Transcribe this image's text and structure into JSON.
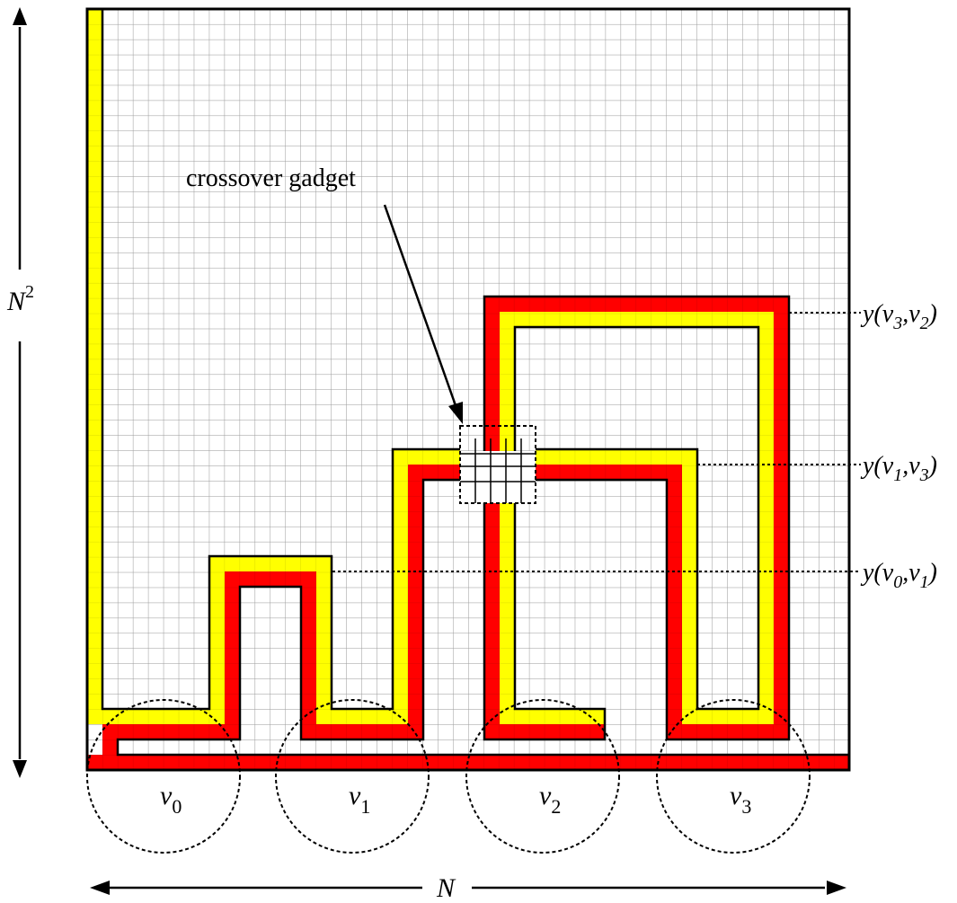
{
  "diagram": {
    "axis_vertical_label": {
      "base": "N",
      "sup": "2"
    },
    "axis_horizontal_label": "N",
    "callout_label": "crossover gadget",
    "edge_labels": [
      {
        "text": "y(",
        "v_a": "v",
        "a_sub": "3",
        "v_b": "v",
        "b_sub": "2",
        "close": ")"
      },
      {
        "text": "y(",
        "v_a": "v",
        "a_sub": "1",
        "v_b": "v",
        "b_sub": "3",
        "close": ")"
      },
      {
        "text": "y(",
        "v_a": "v",
        "a_sub": "0",
        "v_b": "v",
        "b_sub": "1",
        "close": ")"
      }
    ],
    "vertices": [
      {
        "name": "v",
        "sub": "0"
      },
      {
        "name": "v",
        "sub": "1"
      },
      {
        "name": "v",
        "sub": "2"
      },
      {
        "name": "v",
        "sub": "3"
      }
    ],
    "colors": {
      "grid_line": "#b4b4b4",
      "yellow_path": "#ffff00",
      "red_path": "#ff0000",
      "outline": "#000000",
      "background": "#ffffff"
    }
  }
}
